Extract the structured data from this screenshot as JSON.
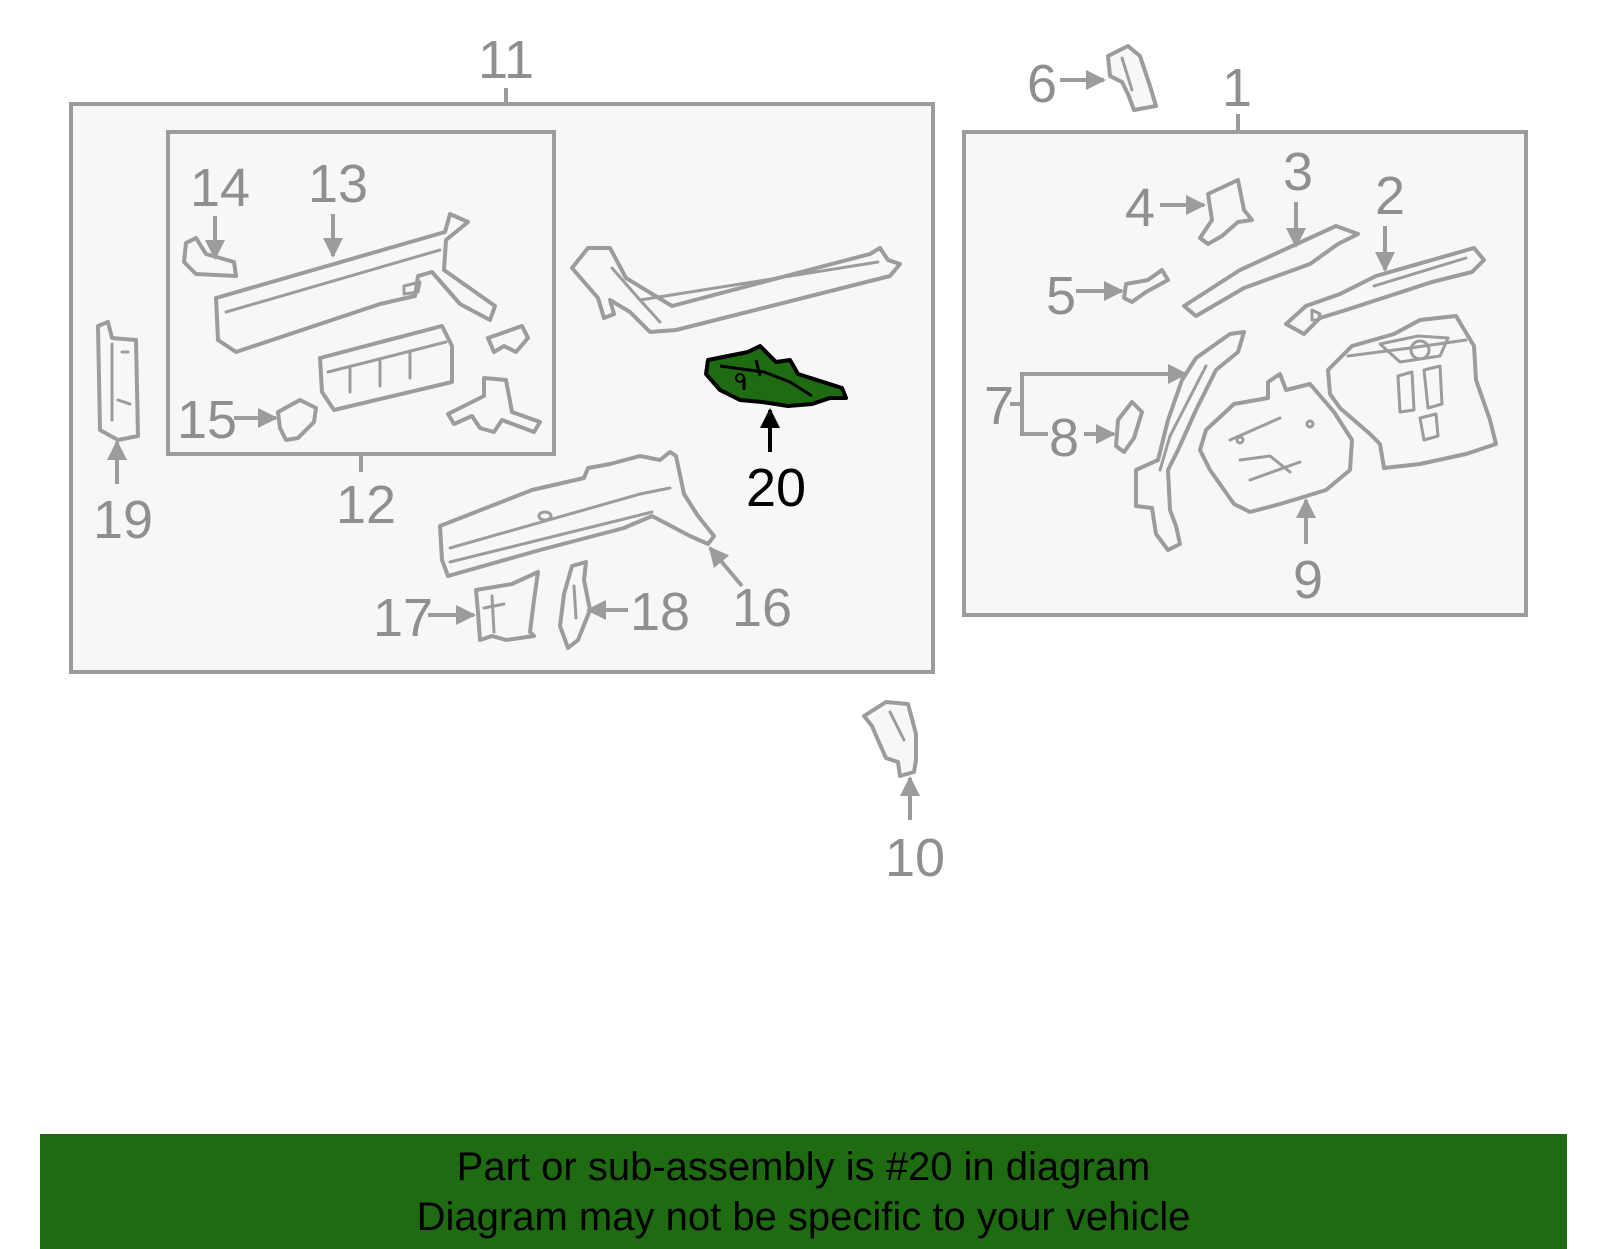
{
  "callouts": {
    "c1": "1",
    "c2": "2",
    "c3": "3",
    "c4": "4",
    "c5": "5",
    "c6": "6",
    "c7": "7",
    "c8": "8",
    "c9": "9",
    "c10": "10",
    "c11": "11",
    "c12": "12",
    "c13": "13",
    "c14": "14",
    "c15": "15",
    "c16": "16",
    "c17": "17",
    "c18": "18",
    "c19": "19",
    "c20": "20"
  },
  "highlight": {
    "part_number": "20",
    "fill_color": "#1e6b12"
  },
  "banner": {
    "line1": "Part or sub-assembly is #20 in diagram",
    "line2": "Diagram may not be specific to your vehicle",
    "background": "#1e6b12"
  }
}
